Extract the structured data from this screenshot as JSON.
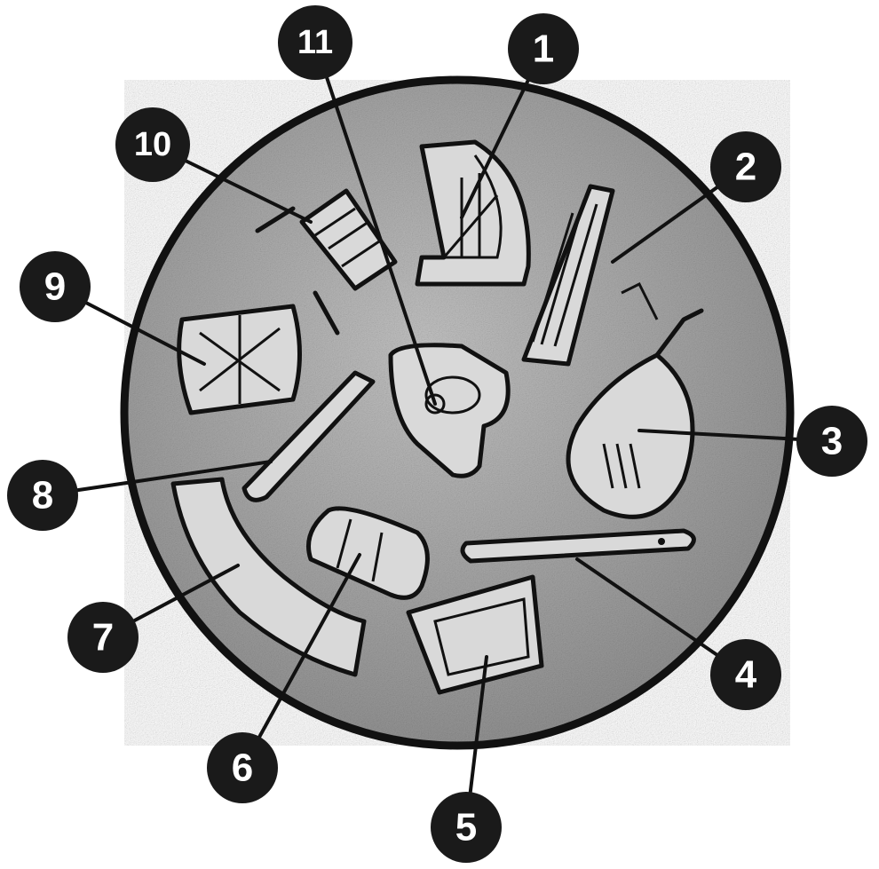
{
  "labels": {
    "l1": "1",
    "l2": "2",
    "l3": "3",
    "l4": "4",
    "l5": "5",
    "l6": "6",
    "l7": "7",
    "l8": "8",
    "l9": "9",
    "l10": "10",
    "l11": "11"
  },
  "colors": {
    "disc": "#a9a9a9",
    "badge": "#1a1a1a",
    "outline": "#111111",
    "badge_text": "#ffffff"
  }
}
